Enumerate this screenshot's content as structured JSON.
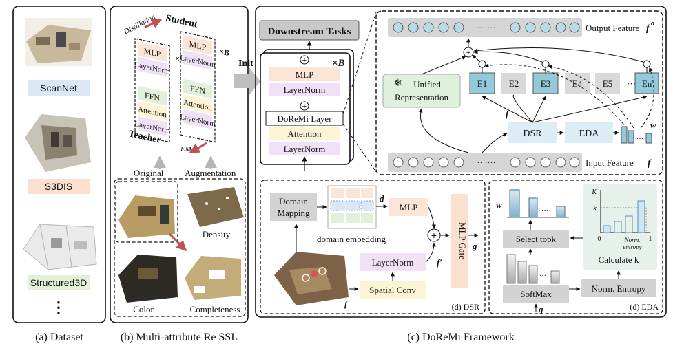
{
  "panel_a": {
    "datasets": [
      "ScanNet",
      "S3DIS",
      "Structured3D"
    ],
    "more": "⋮",
    "caption": "(a) Dataset"
  },
  "panel_b": {
    "distillation": "Distillation",
    "student": "Student",
    "teacher": "Teacher",
    "ema": "EMA",
    "repeat": "×B",
    "mlp": "MLP",
    "layernorm": "LayerNorm",
    "ffn": "FFN",
    "attention": "Attention",
    "original": "Original",
    "augmentation": "Augmentation",
    "density": "Density",
    "color": "Color",
    "completeness": "Completeness",
    "caption": "(b) Multi-attribute Re SSL"
  },
  "panel_c": {
    "caption": "(c) DoReMi Framework",
    "init": "Init",
    "downstream": "Downstream Tasks",
    "repeat": "×B",
    "mlp": "MLP",
    "layernorm": "LayerNorm",
    "doremi_layer": "DoReMi Layer",
    "attention": "Attention",
    "output_feature": "Output Feature",
    "output_symbol": "f",
    "output_sup": "o",
    "input_feature": "Input Feature",
    "input_symbol": "f",
    "dots": "·· ····",
    "unified_line1": "Unified",
    "unified_line2": "Representation",
    "experts": [
      "E1",
      "E2",
      "E3",
      "E4",
      "E5",
      "En"
    ],
    "expert_dots": "···",
    "dsr": "DSR",
    "eda": "EDA",
    "w": "w",
    "f": "f",
    "colors": {
      "unified": "#dff0dc",
      "expert_active": "#93c9d9",
      "expert_idle": "#d9d9d9",
      "dsr": "#dcedf5",
      "grey": "#c8c8c8",
      "mlp_block": "#fbe5d6",
      "layernorm_block": "#f1e1f6",
      "attention_block": "#fdf3d5",
      "arrow_red": "#c0504d"
    }
  },
  "panel_d": {
    "domain_mapping_1": "Domain",
    "domain_mapping_2": "Mapping",
    "d": "d",
    "mlp": "MLP",
    "domain_embedding": "domain embedding",
    "layernorm": "LayerNorm",
    "f_prime": "f′",
    "spatial_conv": "Spatial Conv",
    "f": "f",
    "mlp_gate": "MLP Gate",
    "g": "g",
    "label": "(d) DSR"
  },
  "panel_e": {
    "w": "w",
    "select_topk": "Select topk",
    "softmax": "SoftMax",
    "g": "g",
    "calculate_k": "Calculate k",
    "norm_entropy": "Norm. Entropy",
    "axis_k_upper": "K",
    "axis_k_lower": "k",
    "axis_zero": "0",
    "axis_one": "1",
    "axis_label_1": "Norm.",
    "axis_label_2": "entropy",
    "label": "(d) EDA",
    "dots": "···"
  }
}
